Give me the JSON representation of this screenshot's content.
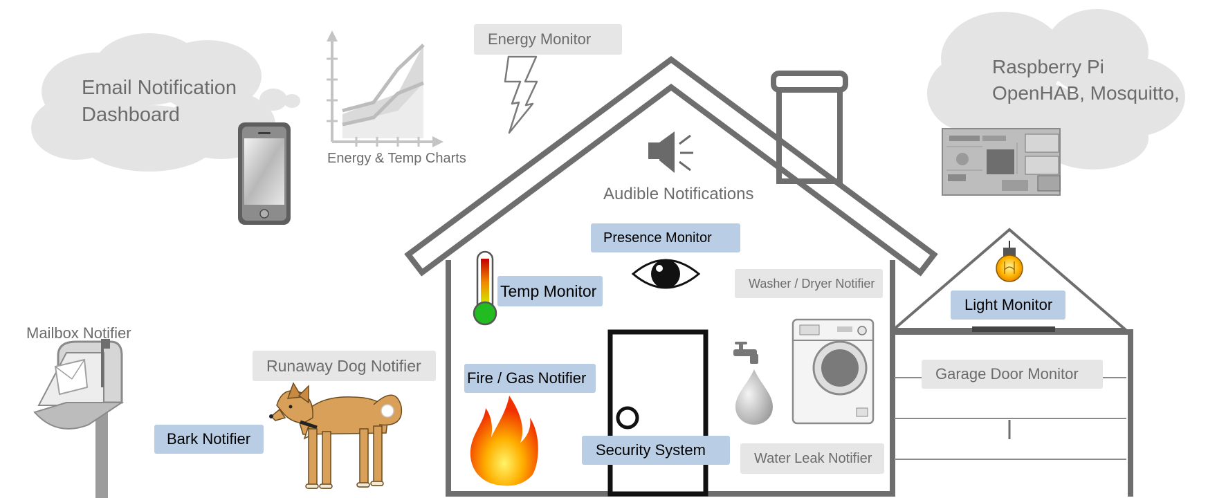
{
  "labels": {
    "email_line1": "Email Notification",
    "email_line2": "Dashboard",
    "energy_temp_charts": "Energy & Temp Charts",
    "energy_monitor": "Energy Monitor",
    "raspberry_line1": "Raspberry Pi",
    "raspberry_line2": "OpenHAB, Mosquitto,",
    "audible_notifications": "Audible Notifications",
    "presence_monitor": "Presence Monitor",
    "temp_monitor": "Temp Monitor",
    "washer_dryer_notifier": "Washer / Dryer Notifier",
    "light_monitor": "Light Monitor",
    "mailbox_notifier": "Mailbox Notifier",
    "runaway_dog_notifier": "Runaway Dog Notifier",
    "fire_gas_notifier": "Fire / Gas Notifier",
    "garage_door_monitor": "Garage Door Monitor",
    "bark_notifier": "Bark Notifier",
    "security_system": "Security System",
    "water_leak_notifier": "Water Leak Notifier"
  },
  "colors": {
    "active_label": "#b9cde4",
    "inactive_label": "#e6e6e6",
    "house_outline": "#6e6e6e",
    "cloud": "#e4e4e4"
  }
}
